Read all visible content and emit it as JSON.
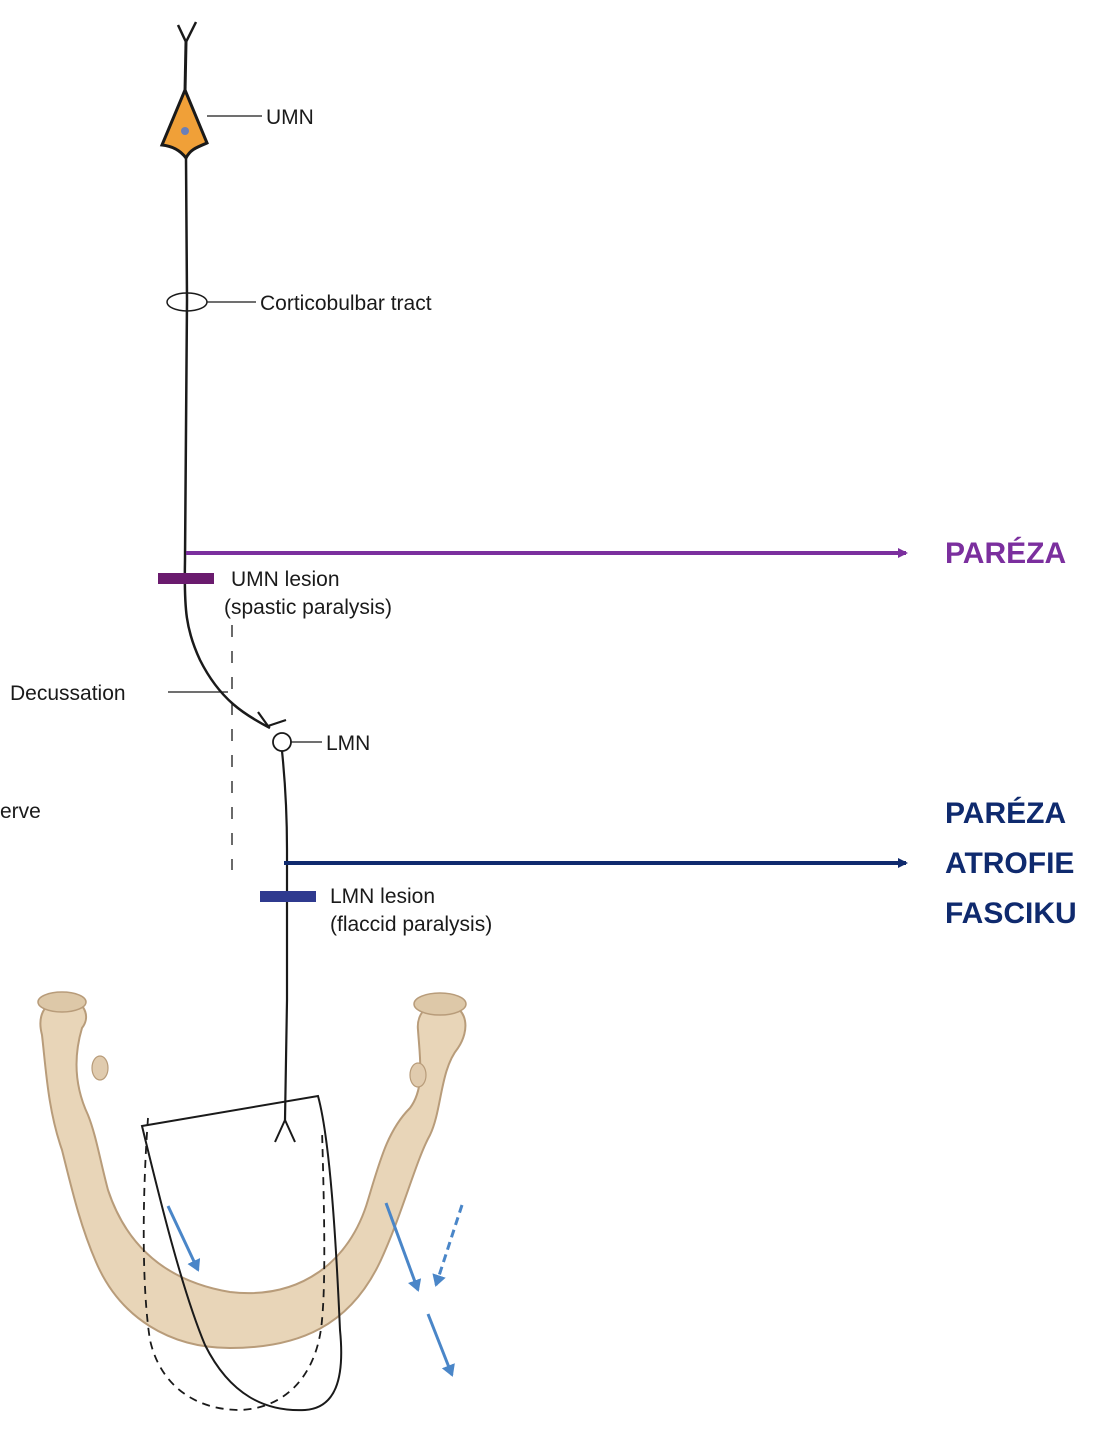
{
  "labels": {
    "umn": "UMN",
    "corticobulbar_tract": "Corticobulbar tract",
    "umn_lesion": "UMN lesion",
    "umn_lesion_type": "(spastic paralysis)",
    "decussation": "Decussation",
    "lmn": "LMN",
    "nerve_partial": "erve",
    "lmn_lesion": "LMN lesion",
    "lmn_lesion_type": "(flaccid paralysis)"
  },
  "annotations": {
    "umn_result": "PARÉZA",
    "lmn_result_line1": "PARÉZA",
    "lmn_result_line2": "ATROFIE",
    "lmn_result_line3": "FASCIKU"
  },
  "colors": {
    "umn_accent": "#7b2f9e",
    "umn_lesion_bar": "#6a1b6e",
    "lmn_accent": "#0f2a6e",
    "lmn_lesion_bar": "#2f3a8f",
    "neuron_fill": "#f0a038",
    "bone": "#e8d5b8",
    "bone_edge": "#b89c7a",
    "force_arrow": "#4a86c8"
  }
}
